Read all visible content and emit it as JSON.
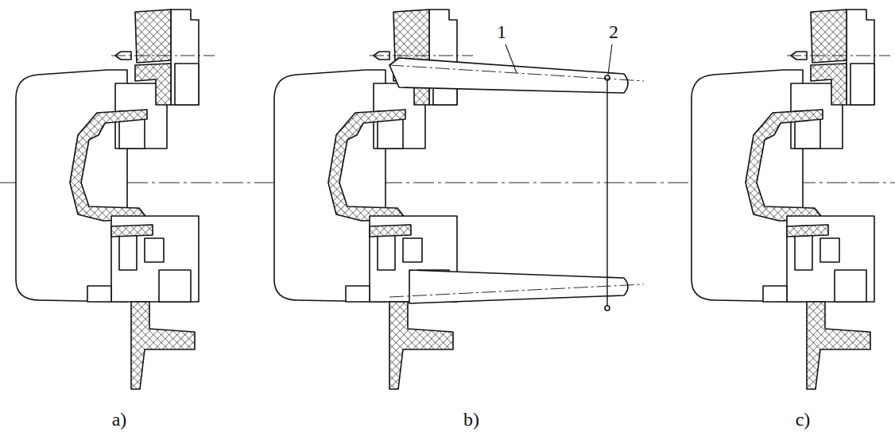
{
  "diagram": {
    "labels": [
      "1",
      "2",
      "a)",
      "b)",
      "c)"
    ]
  }
}
